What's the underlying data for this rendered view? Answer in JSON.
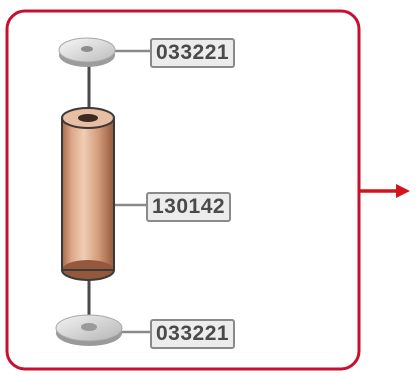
{
  "colors": {
    "frame": "#c8102e",
    "arrow": "#d4141c",
    "leader_line": "#8a8a8a",
    "cylinder_body": "#d9a27f",
    "washer": "#e6e6e6"
  },
  "parts": {
    "top_washer": {
      "icon": "washer-icon",
      "part_number": "033221"
    },
    "sleeve": {
      "icon": "cylindrical-sleeve-icon",
      "part_number": "130142"
    },
    "bottom_washer": {
      "icon": "washer-icon",
      "part_number": "033221"
    }
  },
  "continuation_arrow": {
    "icon": "arrow-right-icon"
  }
}
